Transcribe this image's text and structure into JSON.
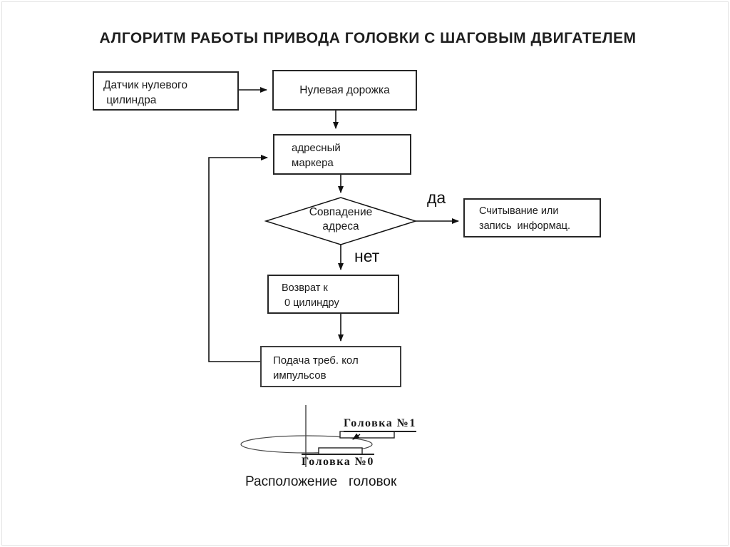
{
  "title": "АЛГОРИТМ РАБОТЫ ПРИВОДА ГОЛОВКИ С ШАГОВЫМ ДВИГАТЕЛЕМ",
  "flowchart": {
    "nodes": {
      "sensor": {
        "line1": "Датчик нулевого",
        "line2": " цилиндра"
      },
      "zero_track": {
        "label": "Нулевая дорожка"
      },
      "address_marker": {
        "line1": "адресный",
        "line2": "маркера"
      },
      "decision": {
        "line1": "Совпадение",
        "line2": "адреса"
      },
      "read_write": {
        "line1": "Считывание или",
        "line2": "запись  информац."
      },
      "return_zero": {
        "line1": "Возврат к",
        "line2": " 0 цилиндру"
      },
      "pulses": {
        "line1": "Подача треб. кол",
        "line2": "импульсов"
      }
    },
    "branch_labels": {
      "yes": "да",
      "no": "нет"
    }
  },
  "head_diagram": {
    "head1_label": "Головка №1",
    "head0_label": "Головка №0",
    "caption": "Расположение   головок"
  },
  "colors": {
    "line": "#1a1a1a",
    "box_border": "#262626",
    "background": "#ffffff",
    "disk_stroke": "#4a4a4a"
  }
}
